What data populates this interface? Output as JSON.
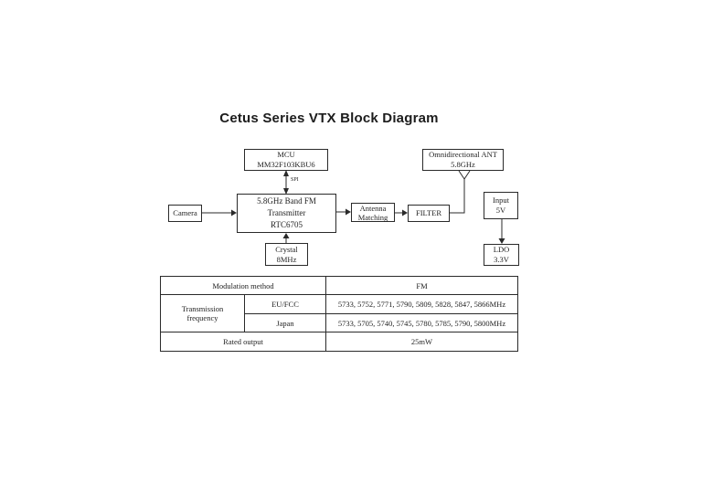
{
  "page": {
    "title": "Cetus Series VTX Block Diagram"
  },
  "colors": {
    "ink": "#1f1f1f",
    "line": "#2a2a2a",
    "background": "#ffffff"
  },
  "diagram": {
    "boxes": {
      "mcu": {
        "lines": [
          "MCU",
          "MM32F103KBU6"
        ]
      },
      "ant": {
        "lines": [
          "Omnidirectional ANT",
          "5.8GHz"
        ]
      },
      "camera": {
        "lines": [
          "Camera"
        ]
      },
      "transmitter": {
        "lines": [
          "5.8GHz Band FM",
          "Transmitter",
          "RTC6705"
        ]
      },
      "antenna_matching": {
        "lines": [
          "Antenna",
          "Matching"
        ]
      },
      "filter": {
        "lines": [
          "FILTER"
        ]
      },
      "input": {
        "lines": [
          "Input",
          "5V"
        ]
      },
      "ldo": {
        "lines": [
          "LDO",
          "3.3V"
        ]
      },
      "crystal": {
        "lines": [
          "Crystal",
          "8MHz"
        ]
      }
    },
    "labels": {
      "spi": "SPI"
    }
  },
  "table": {
    "modulation_method": {
      "label": "Modulation method",
      "value": "FM"
    },
    "transmission_frequency": {
      "label": "Transmission frequency",
      "rows": [
        {
          "region": "EU/FCC",
          "frequencies": "5733, 5752, 5771, 5790, 5809, 5828, 5847, 5866MHz"
        },
        {
          "region": "Japan",
          "frequencies": "5733, 5705, 5740, 5745, 5780, 5785, 5790, 5800MHz"
        }
      ]
    },
    "rated_output": {
      "label": "Rated output",
      "value": "25mW"
    }
  }
}
